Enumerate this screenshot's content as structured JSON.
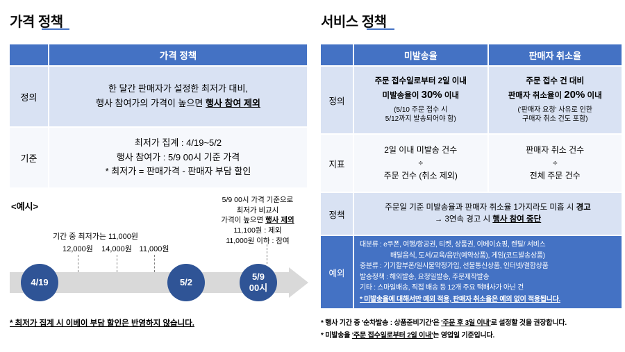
{
  "colors": {
    "accent_blue": "#4472C4",
    "band_light_blue": "#D9E2F3",
    "band_white": "#F6F8FC",
    "exception_row_blue": "#4472C4",
    "milestone_circle_blue": "#2F5496",
    "timeline_gray": "#D9D9D9"
  },
  "left": {
    "title": "가격 정책",
    "table": {
      "header": "가격 정책",
      "def_label": "정의",
      "def_line1": "한 달간 판매자가 설정한 최저가 대비,",
      "def_line2_pre": "행사 참여가의 가격이 높으면 ",
      "def_line2_em": "행사 참여 제외",
      "crit_label": "기준",
      "crit_line1": "최저가 집계 : 4/19~5/2",
      "crit_line2": "행사 참여가 : 5/9 00시 기준 가격",
      "crit_line3": "* 최저가 = 판매가격 - 판매자 부담 할인"
    },
    "example": {
      "heading": "<예시>",
      "note_l1": "5/9 00시 가격 기준으로",
      "note_l2": "최저가 비교시",
      "note_l3_pre": "가격이 높으면 ",
      "note_l3_em": "행사 제외",
      "note_l4": "11,100원 : 제외",
      "note_l5": "11,000원 이하 : 참여",
      "min_note": "기간 중 최저가는 11,000원",
      "prices": [
        "12,000원",
        "14,000원",
        "11,000원"
      ],
      "milestones": [
        {
          "label": "4/19"
        },
        {
          "label": "5/2"
        },
        {
          "label": "5/9",
          "label2": "00시"
        }
      ]
    },
    "footnote": "* 최저가 집계 시 이베이 부담 할인은 반영하지 않습니다."
  },
  "right": {
    "title": "서비스 정책",
    "table": {
      "col1_header": "미발송율",
      "col2_header": "판매자 취소율",
      "def_label": "정의",
      "def1_l1": "주문 접수일로부터 2일 이내",
      "def1_l2_pre": "미발송율이 ",
      "def1_l2_em": "30%",
      "def1_l2_post": " 이내",
      "def1_l3": "(5/10 주문 접수 시",
      "def1_l4": "5/12까지 발송되어야 함)",
      "def2_l1": "주문 접수 건 대비",
      "def2_l2_pre": "판매자 취소율이 ",
      "def2_l2_em": "20%",
      "def2_l2_post": " 이내",
      "def2_l3": "('판매자 요청' 사유로 인한",
      "def2_l4": "구매자 취소 건도 포함)",
      "ind_label": "지표",
      "ind1_num": "2일 이내 미발송 건수",
      "ind1_op": "÷",
      "ind1_den": "주문 건수 (취소 제외)",
      "ind2_num": "판매자 취소 건수",
      "ind2_op": "÷",
      "ind2_den": "전체 주문 건수",
      "pol_label": "정책",
      "pol_l1_pre": "주문일 기준 미발송율과 판매자 취소율 1가지라도 미흡 시 ",
      "pol_l1_em": "경고",
      "pol_l2_pre": "→ 3연속 경고 시 ",
      "pol_l2_em": "행사 참여 중단",
      "exc_label": "예외",
      "exc_l1": "대분류 : e쿠폰, 여행/항공권, 티켓, 상품권, 이베이쇼핑, 렌탈/ 서비스",
      "exc_l2": "배달음식, 도서/교육/음반(예약상품), 게임(코드발송상품)",
      "exc_l3": "중분류 : 기기할부폰/일시불약정가입, 선불통신상품, 인터넷/결합상품",
      "exc_l4": "발송정책 : 해외발송, 요청일발송, 주문제작발송",
      "exc_l5": "기타 : 스마일배송, 직접 배송 등 12개 주요 택배사가 아닌 건",
      "exc_l6": "* 미발송율에 대해서만 예외 적용, 판매자 취소율은 예외 없이 적용됩니다."
    },
    "footnote1_pre": "* 행사 기간 중 '순차발송 : 상품준비기간'은 ",
    "footnote1_em": "'주문 후 3일 이내'",
    "footnote1_post": "로 설정할 것을 권장합니다.",
    "footnote2_pre": "* 미발송율 ",
    "footnote2_em": "'주문 접수일로부터 2일 이내'",
    "footnote2_post": "는 영업일 기준입니다."
  }
}
